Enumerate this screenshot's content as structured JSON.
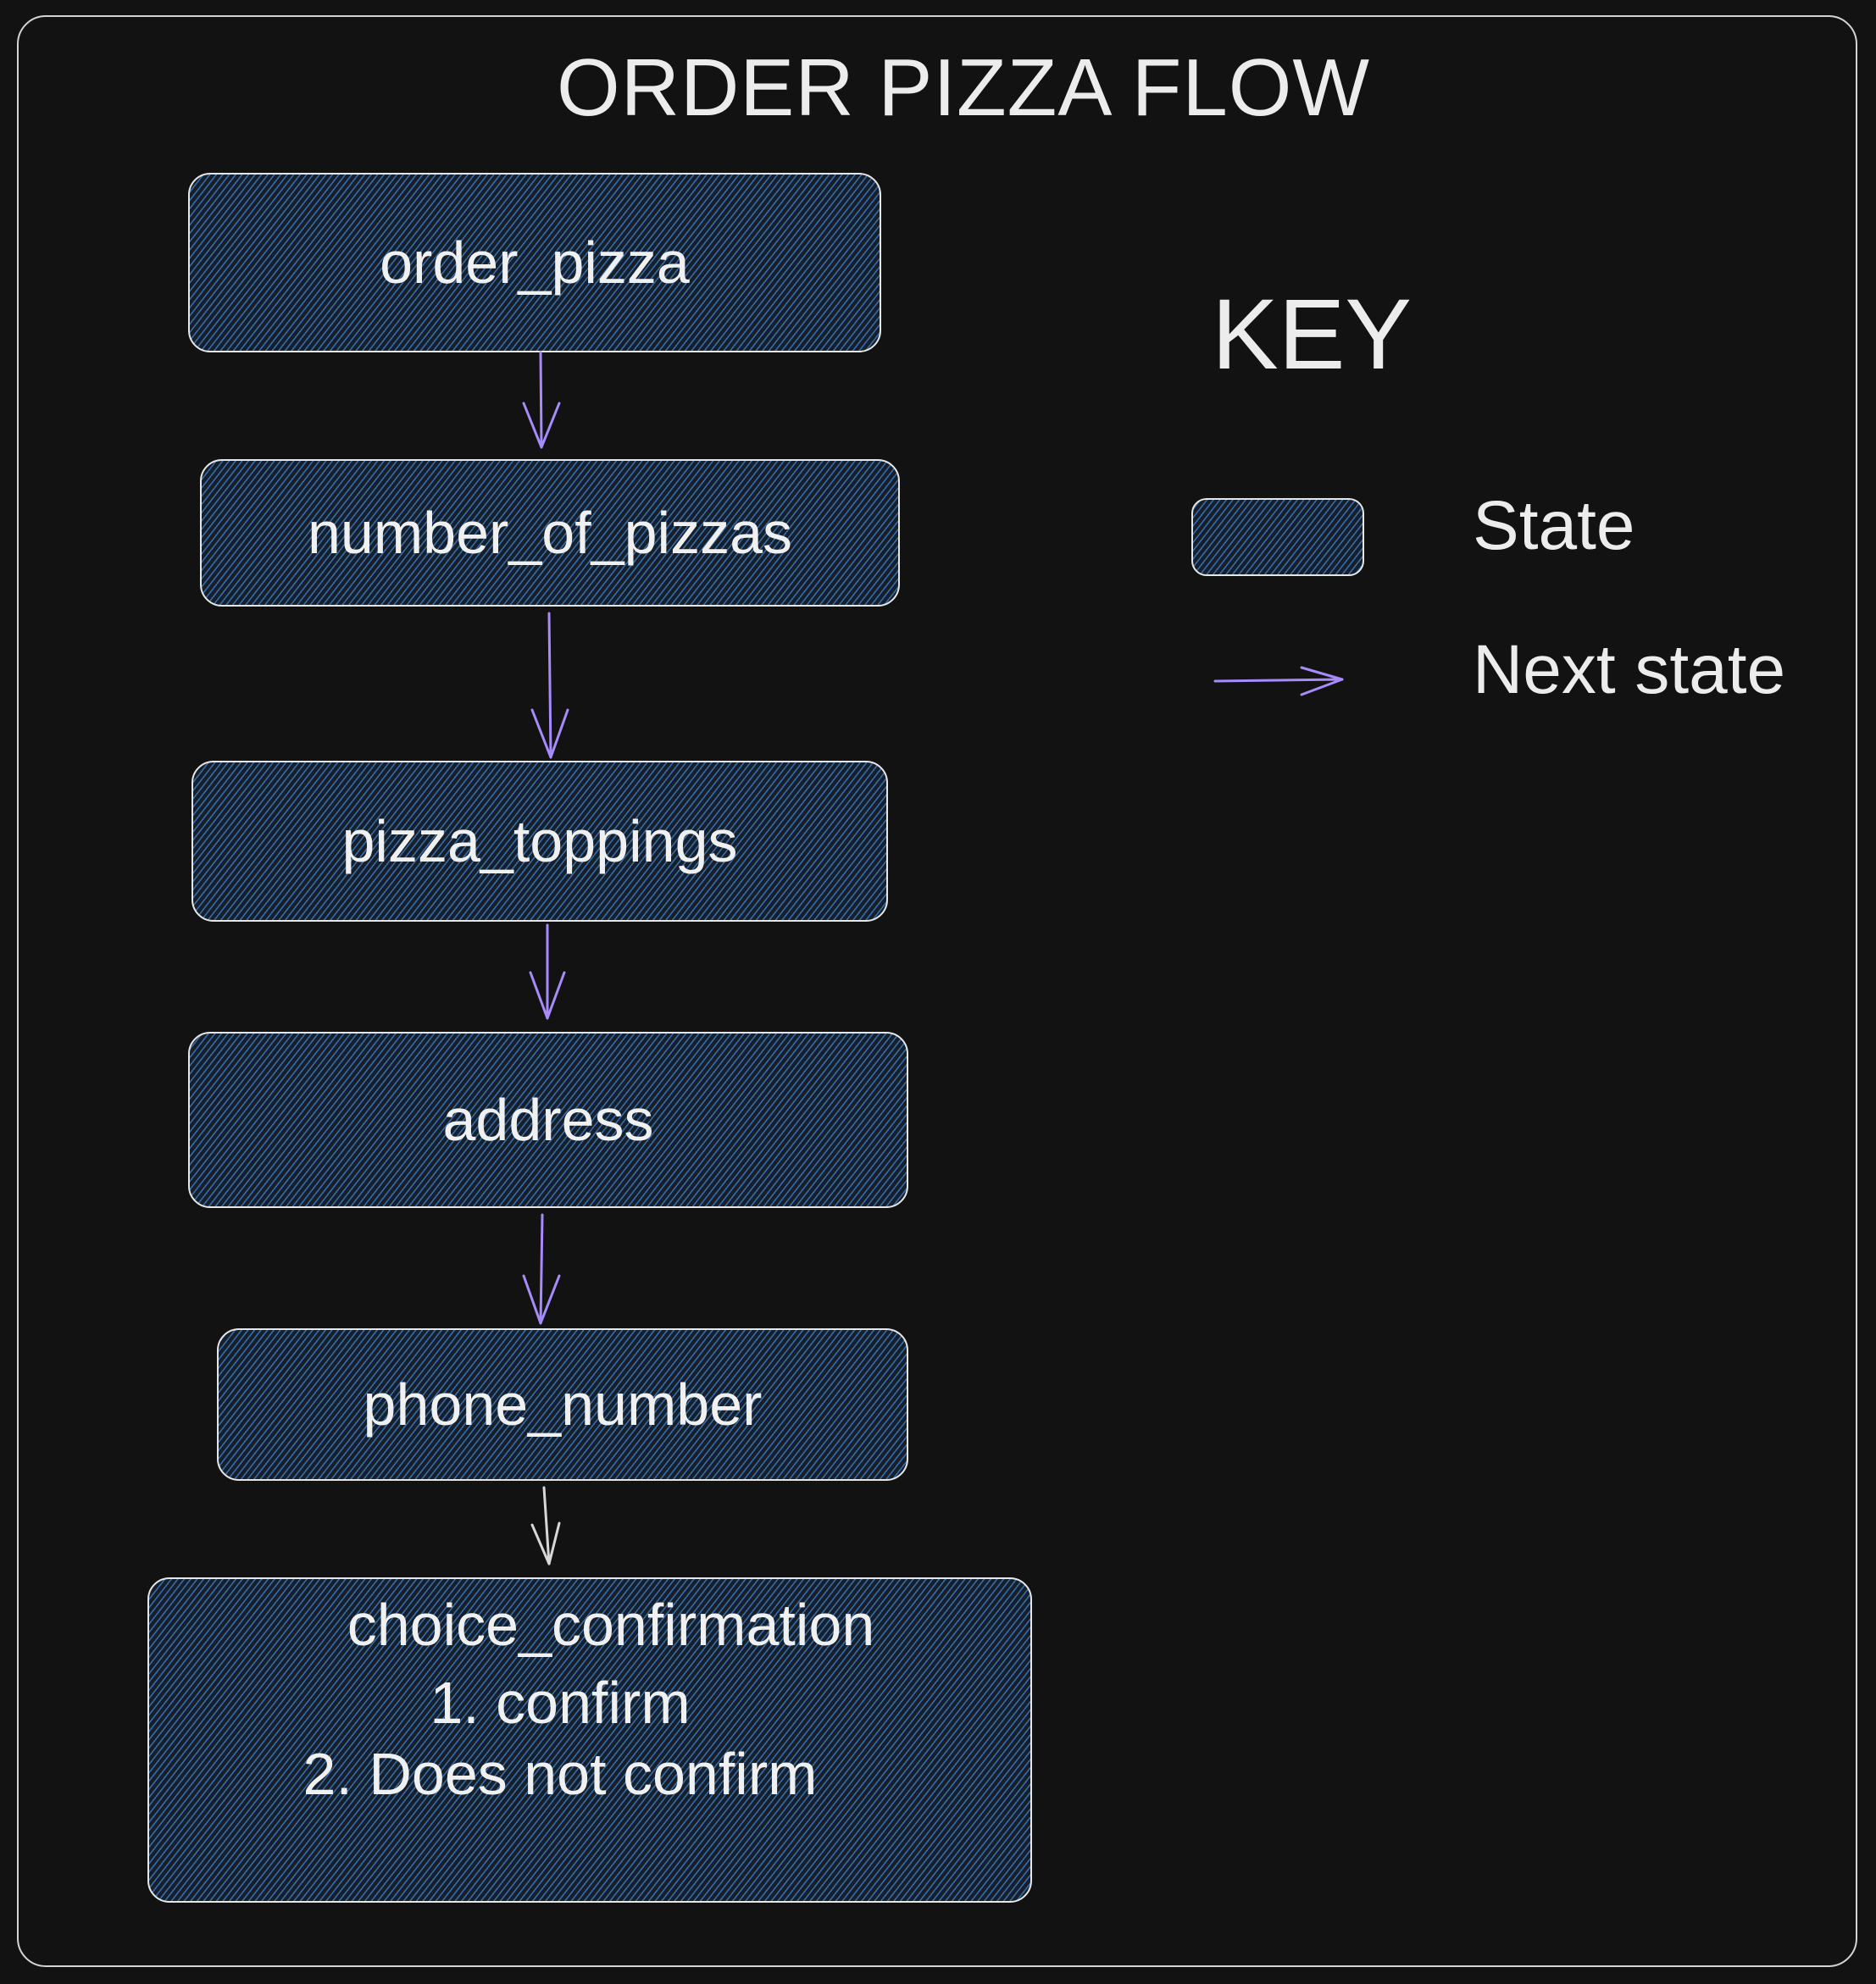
{
  "title": "ORDER PIZZA FLOW",
  "states": [
    {
      "id": "order_pizza",
      "label": "order_pizza"
    },
    {
      "id": "number_of_pizzas",
      "label": "number_of_pizzas"
    },
    {
      "id": "pizza_toppings",
      "label": "pizza_toppings"
    },
    {
      "id": "address",
      "label": "address"
    },
    {
      "id": "phone_number",
      "label": "phone_number"
    },
    {
      "id": "choice_confirmation",
      "label": "choice_confirmation",
      "options": [
        "1. confirm",
        "2. Does not confirm"
      ]
    }
  ],
  "transitions": [
    {
      "from": "order_pizza",
      "to": "number_of_pizzas"
    },
    {
      "from": "number_of_pizzas",
      "to": "pizza_toppings"
    },
    {
      "from": "pizza_toppings",
      "to": "address"
    },
    {
      "from": "address",
      "to": "phone_number"
    },
    {
      "from": "phone_number",
      "to": "choice_confirmation"
    }
  ],
  "key": {
    "title": "KEY",
    "state_label": "State",
    "next_state_label": "Next state"
  },
  "colors": {
    "background": "#121212",
    "state_fill": "#3a6eaa",
    "arrow": "#a78bfa",
    "last_arrow": "#d8d8d8",
    "stroke": "#e6e6e6"
  }
}
